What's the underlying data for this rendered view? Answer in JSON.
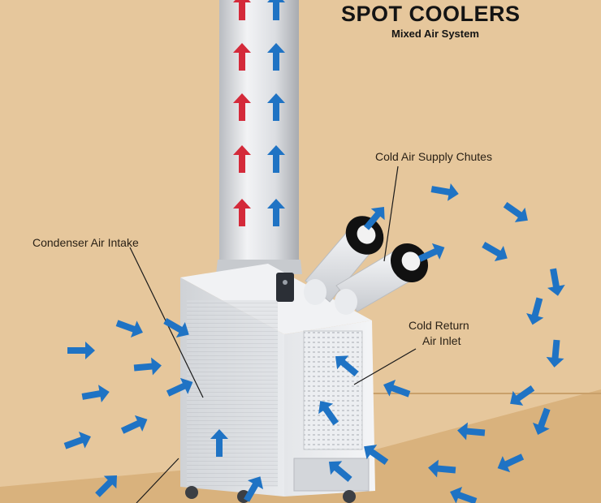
{
  "header": {
    "title": "SPOT COOLERS",
    "subtitle": "Mixed Air System"
  },
  "labels": {
    "cold_air_supply_chutes": "Cold Air Supply Chutes",
    "condenser_air_intake": "Condenser Air Intake",
    "cold_return_air_inlet_line1": "Cold Return",
    "cold_return_air_inlet_line2": "Air Inlet"
  },
  "colors": {
    "wall": "#e6c79c",
    "floor": "#d7b07b",
    "hot_arrow": "#d42a3a",
    "cold_arrow": "#1f73c4",
    "duct": "#dfe1e4",
    "unit_body": "#e8eaed"
  },
  "icons": {
    "hot_arrow": "arrow-up-icon",
    "cold_arrow": "arrow-icon"
  }
}
